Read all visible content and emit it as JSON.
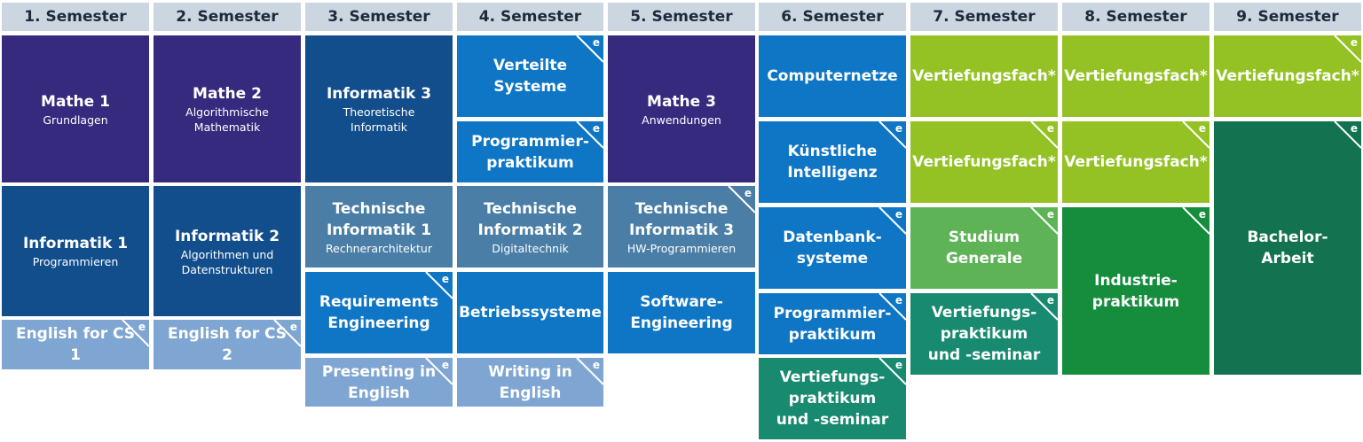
{
  "semesters": [
    "1. Semester",
    "2. Semester",
    "3. Semester",
    "4. Semester",
    "5. Semester",
    "6. Semester",
    "7. Semester",
    "8. Semester",
    "9. Semester"
  ],
  "badge_letter": "e",
  "colors": {
    "header_bg": "#ccd6e0",
    "mathe": "#362a7f",
    "informatik": "#124e8c",
    "english": "#7fa6d2",
    "blue_module": "#0f76c5",
    "technische": "#4a7ea6",
    "vertiefung": "#94c224",
    "studium": "#5eb356",
    "praktikum_teal": "#188a6f",
    "industrie": "#168c3d",
    "bachelor": "#137350"
  },
  "modules": {
    "s1_mathe1": {
      "title": "Mathe 1",
      "sub": "Grundlagen"
    },
    "s1_inf1": {
      "title": "Informatik 1",
      "sub": "Programmieren"
    },
    "s1_english": {
      "title": "English for CS 1"
    },
    "s2_mathe2": {
      "title": "Mathe 2",
      "sub": "Algorithmische\nMathematik"
    },
    "s2_inf2": {
      "title": "Informatik 2",
      "sub": "Algorithmen und\nDatenstrukturen"
    },
    "s2_english": {
      "title": "English for CS 2"
    },
    "s3_inf3": {
      "title": "Informatik 3",
      "sub": "Theoretische\nInformatik"
    },
    "s3_ti1": {
      "title": "Technische\nInformatik 1",
      "sub": "Rechnerarchitektur"
    },
    "s3_req": {
      "title": "Requirements\nEngineering"
    },
    "s3_present": {
      "title": "Presenting in\nEnglish"
    },
    "s4_vs": {
      "title": "Verteilte\nSysteme"
    },
    "s4_prog": {
      "title": "Programmier-\npraktikum"
    },
    "s4_ti2": {
      "title": "Technische\nInformatik 2",
      "sub": "Digitaltechnik"
    },
    "s4_bs": {
      "title": "Betriebssysteme"
    },
    "s4_writing": {
      "title": "Writing in\nEnglish"
    },
    "s5_mathe3": {
      "title": "Mathe 3",
      "sub": "Anwendungen"
    },
    "s5_ti3": {
      "title": "Technische\nInformatik 3",
      "sub": "HW-Programmieren"
    },
    "s5_se": {
      "title": "Software-\nEngineering"
    },
    "s6_cn": {
      "title": "Computernetze"
    },
    "s6_ki": {
      "title": "Künstliche\nIntelligenz"
    },
    "s6_db": {
      "title": "Datenbank-\nsysteme"
    },
    "s6_prog": {
      "title": "Programmier-\npraktikum"
    },
    "s6_vps": {
      "title": "Vertiefungs-\npraktikum\nund -seminar"
    },
    "s7_vf1": {
      "title": "Vertiefungsfach*"
    },
    "s7_vf2": {
      "title": "Vertiefungsfach*"
    },
    "s7_sg": {
      "title": "Studium\nGenerale"
    },
    "s7_vps": {
      "title": "Vertiefungs-\npraktikum\nund -seminar"
    },
    "s8_vf1": {
      "title": "Vertiefungsfach*"
    },
    "s8_vf2": {
      "title": "Vertiefungsfach*"
    },
    "s8_ind": {
      "title": "Industrie-\npraktikum"
    },
    "s9_vf": {
      "title": "Vertiefungsfach*"
    },
    "s9_ba": {
      "title": "Bachelor-\nArbeit"
    }
  }
}
